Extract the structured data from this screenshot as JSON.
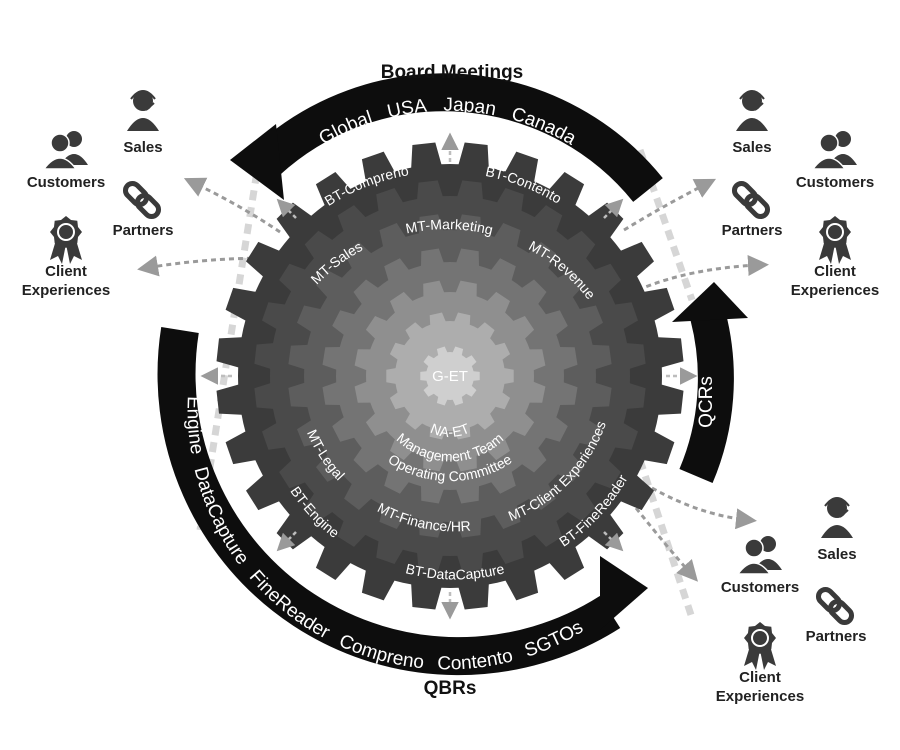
{
  "outer_arcs": {
    "board": {
      "title": "Board Meetings",
      "items": [
        "Global",
        "USA",
        "Japan",
        "Canada"
      ]
    },
    "qbr": {
      "title": "QBRs",
      "items": [
        "Engine",
        "DataCapture",
        "FineReader",
        "Compreno",
        "Contento",
        "SGTOs"
      ]
    },
    "qcr": {
      "label": "QCRs"
    }
  },
  "rings": {
    "bt_top": [
      "BT-Compreno",
      "BT-Contento"
    ],
    "mt_top": [
      "MT-Sales",
      "MT-Marketing",
      "MT-Revenue"
    ],
    "center": "G-ET",
    "na_et": "NA-ET",
    "management": "Management Team",
    "operating": "Operating Committee",
    "mt_bottom": [
      "MT-Legal",
      "MT-Finance/HR",
      "MT-Client Experiences"
    ],
    "bt_bottom": [
      "BT-Engine",
      "BT-DataCapture",
      "BT-FineReader"
    ]
  },
  "groups": {
    "left": {
      "sales": "Sales",
      "customers": "Customers",
      "partners": "Partners",
      "client_line1": "Client",
      "client_line2": "Experiences"
    },
    "right_top": {
      "sales": "Sales",
      "customers": "Customers",
      "partners": "Partners",
      "client_line1": "Client",
      "client_line2": "Experiences"
    },
    "right_bottom": {
      "sales": "Sales",
      "customers": "Customers",
      "partners": "Partners",
      "client_line1": "Client",
      "client_line2": "Experiences"
    }
  },
  "colors": {
    "arc": "#0d0d0d",
    "gear_outer": "#3b3b3b",
    "gear_2": "#4a4a4a",
    "gear_3": "#5d5d5d",
    "gear_4": "#747474",
    "gear_5": "#8f8f8f",
    "gear_6": "#adadad",
    "gear_center": "#cfcfcf",
    "icon": "#3a3a3a",
    "dotted": "#9a9a9a"
  }
}
